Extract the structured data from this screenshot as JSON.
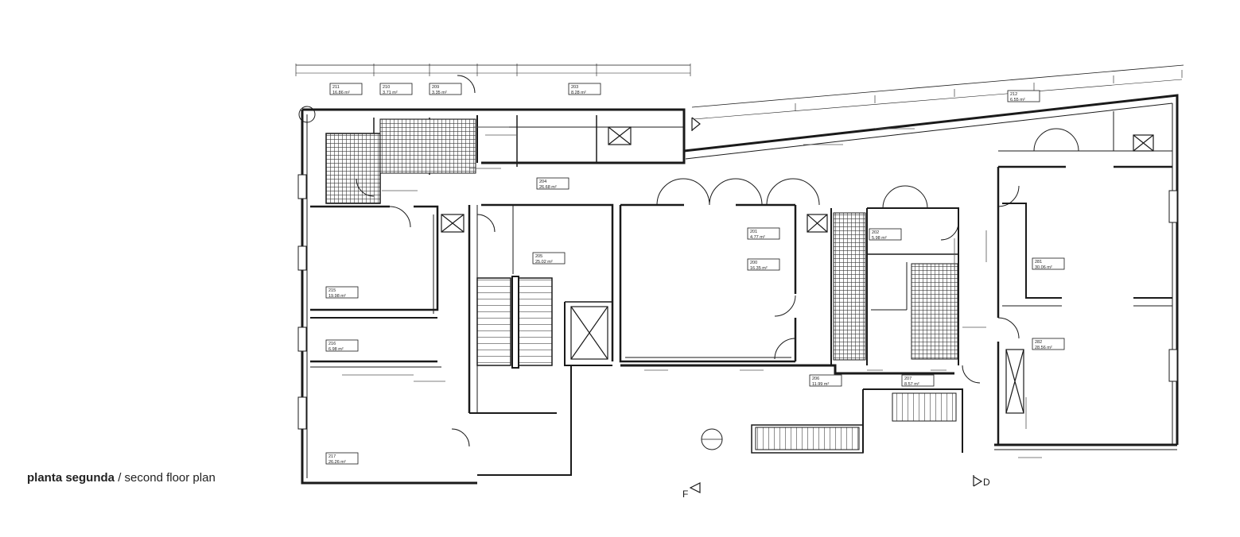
{
  "caption": {
    "title_bold": "planta segunda",
    "separator": " / ",
    "title_en": "second floor plan"
  },
  "section_marks": {
    "f": "F",
    "d": "D"
  },
  "rooms": [
    {
      "code": "211",
      "area": "16.86 m²"
    },
    {
      "code": "210",
      "area": "3.71 m²"
    },
    {
      "code": "209",
      "area": "3.35 m²"
    },
    {
      "code": "203",
      "area": "8.28 m²"
    },
    {
      "code": "204",
      "area": "26.68 m²"
    },
    {
      "code": "205",
      "area": "25.02 m²"
    },
    {
      "code": "201",
      "area": "4.77 m²"
    },
    {
      "code": "200",
      "area": "16.35 m²"
    },
    {
      "code": "215",
      "area": "19.98 m²"
    },
    {
      "code": "216",
      "area": "6.98 m²"
    },
    {
      "code": "217",
      "area": "26.26 m²"
    },
    {
      "code": "202",
      "area": "5.98 m²"
    },
    {
      "code": "206",
      "area": "11.99 m²"
    },
    {
      "code": "207",
      "area": "8.57 m²"
    },
    {
      "code": "281",
      "area": "30.06 m²"
    },
    {
      "code": "282",
      "area": "28.56 m²"
    },
    {
      "code": "212",
      "area": "6.55 m²"
    }
  ],
  "colors": {
    "ink": "#1a1a1a",
    "hatch": "#3a3a3a",
    "paper": "#ffffff",
    "caption": "#222222"
  }
}
